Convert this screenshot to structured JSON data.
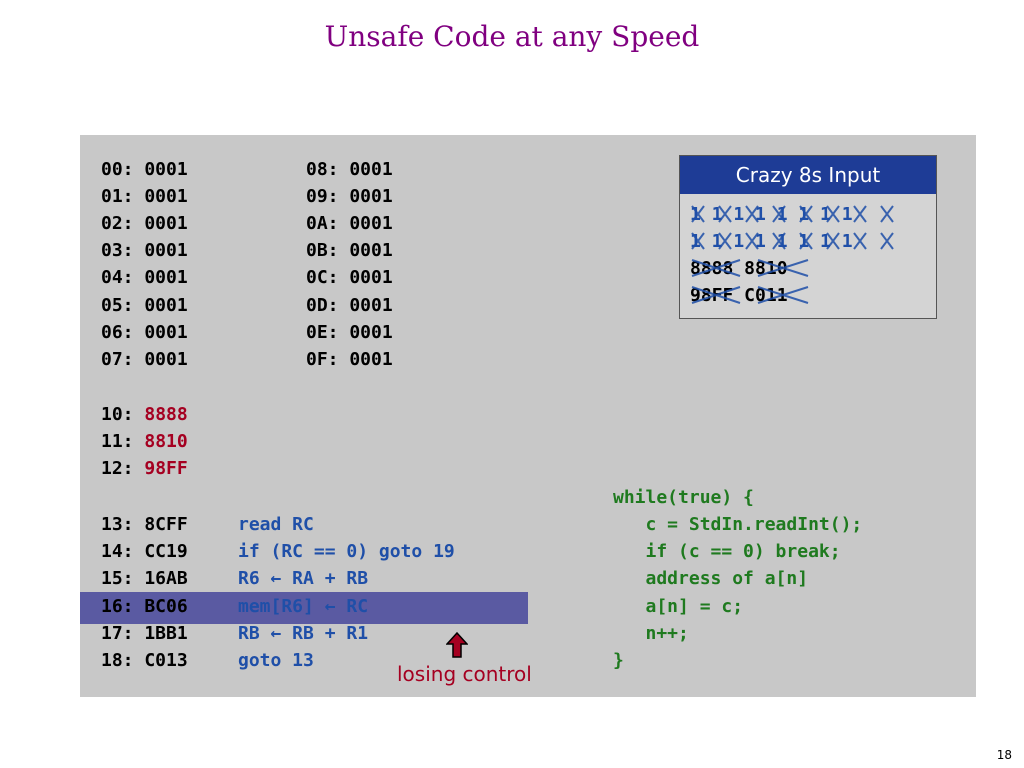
{
  "title": "Unsafe Code at any Speed",
  "memory_left": [
    "00: 0001",
    "01: 0001",
    "02: 0001",
    "03: 0001",
    "04: 0001",
    "05: 0001",
    "06: 0001",
    "07: 0001"
  ],
  "memory_right": [
    "08: 0001",
    "09: 0001",
    "0A: 0001",
    "0B: 0001",
    "0C: 0001",
    "0D: 0001",
    "0E: 0001",
    "0F: 0001"
  ],
  "data_rows": [
    {
      "addr": "10: ",
      "value": "8888"
    },
    {
      "addr": "11: ",
      "value": "8810"
    },
    {
      "addr": "12: ",
      "value": "98FF"
    }
  ],
  "instructions": [
    {
      "addr": "13: 8CFF",
      "text": "read RC"
    },
    {
      "addr": "14: CC19",
      "text": "if (RC == 0) goto 19"
    },
    {
      "addr": "15: 16AB",
      "text": "R6 ← RA + RB"
    },
    {
      "addr": "16: BC06",
      "text": "mem[R6] ← RC"
    },
    {
      "addr": "17: 1BB1",
      "text": "RB ← RB + R1"
    },
    {
      "addr": "18: C013",
      "text": "goto 13"
    }
  ],
  "java_code": [
    "while(true) {",
    "   c = StdIn.readInt();",
    "   if (c == 0) break;",
    "   address of a[n]",
    "   a[n] = c;",
    "   n++;",
    "}"
  ],
  "input_box": {
    "title": "Crazy 8s Input",
    "rows": [
      "1 1 1 1 1 1 1 1",
      "1 1 1 1 1 1 1 1",
      "8888 8810",
      "98FF C011"
    ]
  },
  "caption": "losing control",
  "page_number": "18",
  "colors": {
    "title": "#800080",
    "highlight": "#5a5aa2",
    "instruction": "#1f4fa8",
    "data_value": "#a50021",
    "java": "#1f7a1f",
    "box_header": "#1e3c96"
  }
}
